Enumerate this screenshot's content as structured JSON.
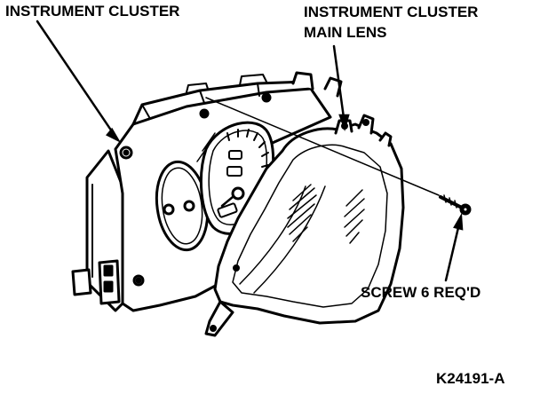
{
  "labels": {
    "instrument_cluster": "INSTRUMENT CLUSTER",
    "main_lens_line1": "INSTRUMENT CLUSTER",
    "main_lens_line2": "MAIN LENS",
    "screw": "SCREW 6 REQ'D",
    "figure_id": "K24191-A"
  },
  "colors": {
    "ink": "#000000",
    "paper": "#ffffff"
  }
}
